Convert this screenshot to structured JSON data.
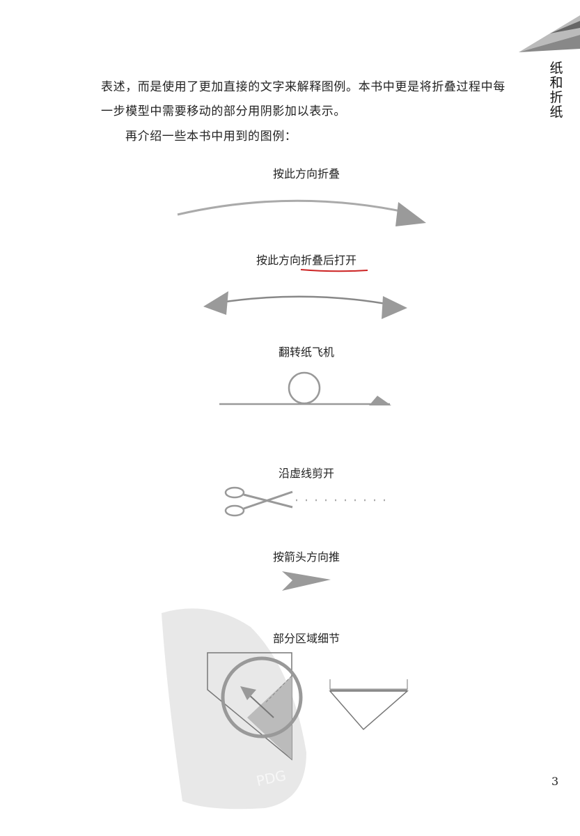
{
  "side_tab": {
    "title": "纸和折纸",
    "chars": [
      "纸",
      "和",
      "折",
      "纸"
    ]
  },
  "body": {
    "lines": [
      "表述，而是使用了更加直接的文字来解释图例。本书中更是将折叠过程中每",
      "一步模型中需要移动的部分用阴影加以表示。",
      "再介绍一些本书中用到的图例："
    ]
  },
  "legend": [
    {
      "label": "按此方向折叠",
      "icon": "fold-arrow-icon"
    },
    {
      "label": "按此方向折叠后打开",
      "icon": "fold-unfold-arrow-icon"
    },
    {
      "label": "翻转纸飞机",
      "icon": "flip-over-icon"
    },
    {
      "label": "沿虚线剪开",
      "icon": "scissors-cut-icon"
    },
    {
      "label": "按箭头方向推",
      "icon": "push-arrow-icon"
    },
    {
      "label": "部分区域细节",
      "icon": "detail-zoom-icon"
    }
  ],
  "watermark": {
    "text": "PDG"
  },
  "page_number": "3",
  "colors": {
    "annotation_underline": "#cc2222",
    "arrow_gray": "#9a9a9a"
  }
}
